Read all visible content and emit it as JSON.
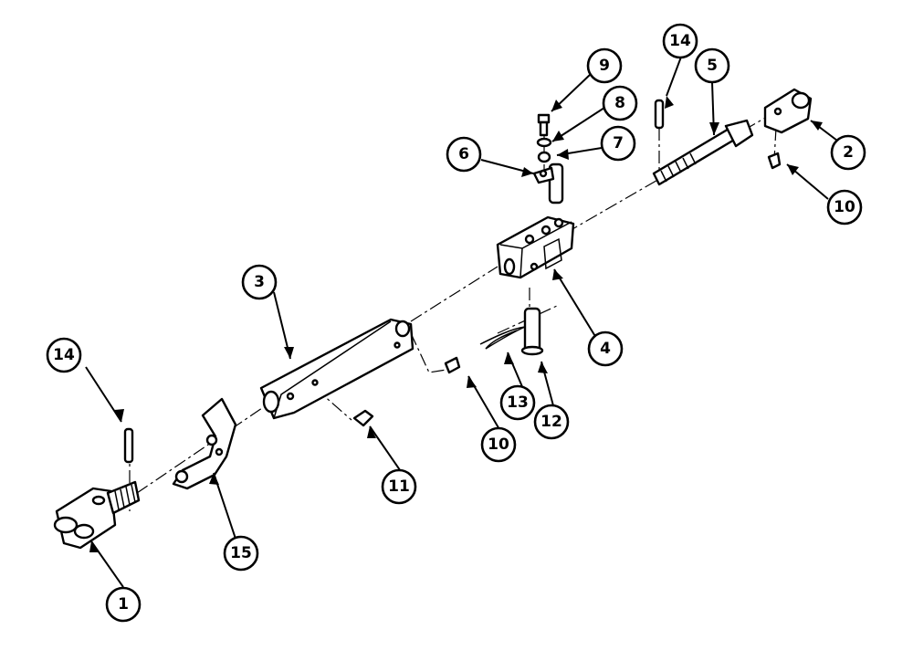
{
  "diagram": {
    "callouts": [
      {
        "id": "c1",
        "label": "1"
      },
      {
        "id": "c2",
        "label": "2"
      },
      {
        "id": "c3",
        "label": "3"
      },
      {
        "id": "c4",
        "label": "4"
      },
      {
        "id": "c5",
        "label": "5"
      },
      {
        "id": "c6",
        "label": "6"
      },
      {
        "id": "c7",
        "label": "7"
      },
      {
        "id": "c8",
        "label": "8"
      },
      {
        "id": "c9",
        "label": "9"
      },
      {
        "id": "c10a",
        "label": "10"
      },
      {
        "id": "c10b",
        "label": "10"
      },
      {
        "id": "c11",
        "label": "11"
      },
      {
        "id": "c12",
        "label": "12"
      },
      {
        "id": "c13",
        "label": "13"
      },
      {
        "id": "c14a",
        "label": "14"
      },
      {
        "id": "c14b",
        "label": "14"
      },
      {
        "id": "c15",
        "label": "15"
      }
    ]
  }
}
